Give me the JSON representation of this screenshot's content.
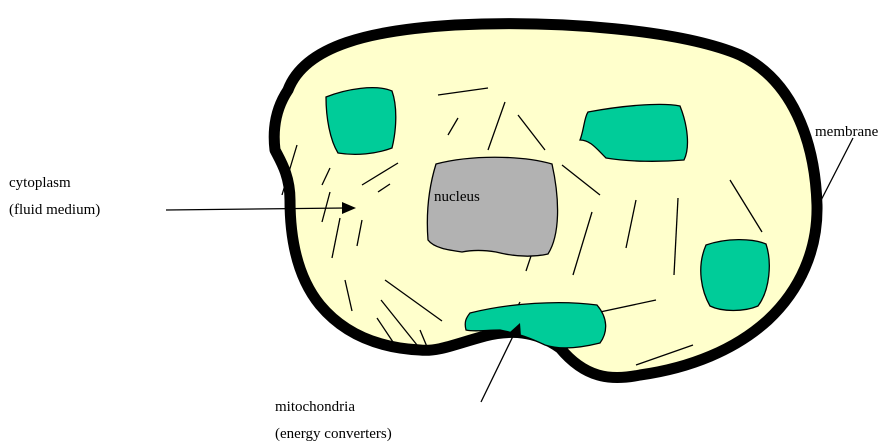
{
  "labels": {
    "cytoplasm": "cytoplasm",
    "cytoplasm_note": "(fluid medium)",
    "membrane": "membrane",
    "nucleus": "nucleus",
    "mitochondria": "mitochondria",
    "mitochondria_note": "(energy converters)"
  },
  "colors": {
    "cytoplasm_fill": "#ffffcc",
    "membrane_stroke": "#000000",
    "mitochondria_fill": "#00cc99",
    "nucleus_fill": "#b2b2b2"
  }
}
